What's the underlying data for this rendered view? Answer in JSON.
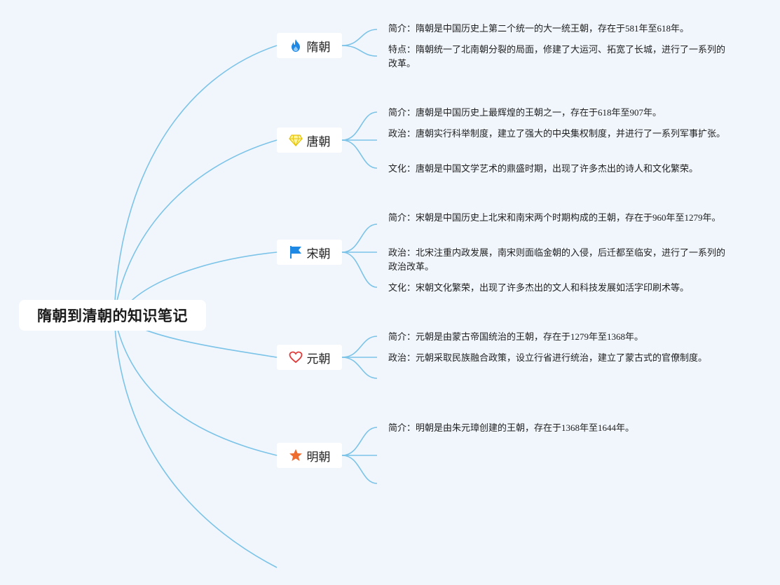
{
  "root": {
    "title": "隋朝到清朝的知识笔记"
  },
  "colors": {
    "line": "#7cc3e8",
    "background": "#f0f6fc"
  },
  "branches": [
    {
      "label": "隋朝",
      "icon": "fire-icon",
      "icon_color": "#1e88e5",
      "notes": [
        {
          "label": "简介：",
          "text": "隋朝是中国历史上第二个统一的大一统王朝，存在于581年至618年。"
        },
        {
          "label": "特点：",
          "text": "隋朝统一了北南朝分裂的局面，修建了大运河、拓宽了长城，进行了一系列的改革。"
        }
      ]
    },
    {
      "label": "唐朝",
      "icon": "diamond-icon",
      "icon_color": "#f2d21b",
      "notes": [
        {
          "label": "简介：",
          "text": "唐朝是中国历史上最辉煌的王朝之一，存在于618年至907年。"
        },
        {
          "label": "政治：",
          "text": "唐朝实行科举制度，建立了强大的中央集权制度，并进行了一系列军事扩张。"
        },
        {
          "label": "文化：",
          "text": "唐朝是中国文学艺术的鼎盛时期，出现了许多杰出的诗人和文化繁荣。"
        }
      ]
    },
    {
      "label": "宋朝",
      "icon": "flag-icon",
      "icon_color": "#1e88e5",
      "notes": [
        {
          "label": "简介：",
          "text": "宋朝是中国历史上北宋和南宋两个时期构成的王朝，存在于960年至1279年。"
        },
        {
          "label": "政治：",
          "text": "北宋注重内政发展，南宋则面临金朝的入侵，后迁都至临安，进行了一系列的政治改革。"
        },
        {
          "label": "文化：",
          "text": "宋朝文化繁荣，出现了许多杰出的文人和科技发展如活字印刷术等。"
        }
      ]
    },
    {
      "label": "元朝",
      "icon": "heart-icon",
      "icon_color": "#e03c3c",
      "notes": [
        {
          "label": "简介：",
          "text": "元朝是由蒙古帝国统治的王朝，存在于1279年至1368年。"
        },
        {
          "label": "政治：",
          "text": "元朝采取民族融合政策，设立行省进行统治，建立了蒙古式的官僚制度。"
        }
      ]
    },
    {
      "label": "明朝",
      "icon": "star-icon",
      "icon_color": "#ef6c2f",
      "notes": [
        {
          "label": "简介：",
          "text": "明朝是由朱元璋创建的王朝，存在于1368年至1644年。"
        }
      ]
    }
  ]
}
